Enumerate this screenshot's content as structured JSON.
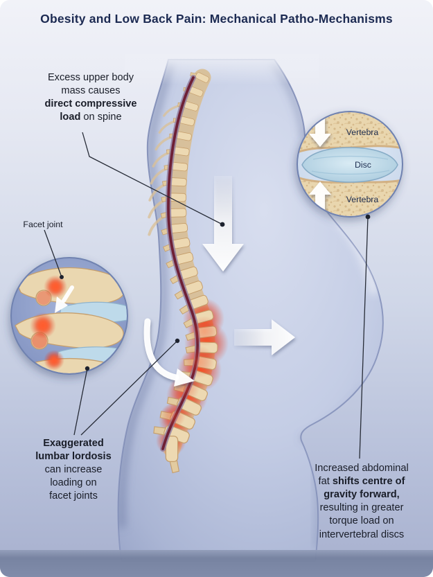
{
  "title": "Obesity and Low Back Pain: Mechanical Patho-Mechanisms",
  "annotations": {
    "compressive_load": {
      "line1": "Excess upper body",
      "line2": "mass causes",
      "line3_bold": "direct compressive",
      "line4_bold": "load",
      "line4_rest": " on spine"
    },
    "facet_joint_label": "Facet joint",
    "lumbar_lordosis": {
      "line1_bold": "Exaggerated",
      "line2_bold": "lumbar lordosis",
      "line3": "can increase",
      "line4": "loading on",
      "line5": "facet joints"
    },
    "gravity_shift": {
      "line1": "Increased abdominal",
      "line2_pre": "fat ",
      "line2_bold": "shifts centre of",
      "line3_bold": "gravity forward,",
      "line4": "resulting in greater",
      "line5": "torque load on",
      "line6": "intervertebral discs"
    }
  },
  "disc_inset": {
    "vertebra_top_label": "Vertebra",
    "disc_label": "Disc",
    "vertebra_bottom_label": "Vertebra"
  },
  "colors": {
    "background_top": "#f1f2f8",
    "background_bottom": "#a7b0ce",
    "ground_band": "#75819f",
    "title_text": "#1c2a52",
    "annotation_text": "#191d28",
    "body_silhouette": "#c3cce5",
    "bone_tan": "#edd9b2",
    "disc_blue": "#bedaea",
    "inflammation_red": "#e8391b",
    "arrow_white": "#ffffff",
    "leader_line": "#262b36"
  }
}
